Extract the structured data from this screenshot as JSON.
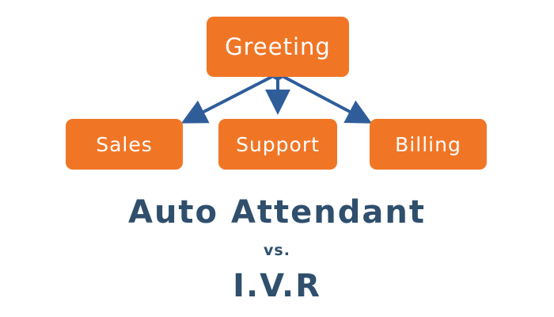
{
  "diagram": {
    "root": {
      "label": "Greeting"
    },
    "children": [
      {
        "label": "Sales"
      },
      {
        "label": "Support"
      },
      {
        "label": "Billing"
      }
    ]
  },
  "title": {
    "main": "Auto Attendant",
    "vs": "vs.",
    "sub": "I.V.R"
  },
  "colors": {
    "node_fill": "#f07626",
    "node_text": "#ffffff",
    "connector": "#2f5d9a",
    "title_text": "#2f4f6d",
    "background": "#ffffff"
  }
}
